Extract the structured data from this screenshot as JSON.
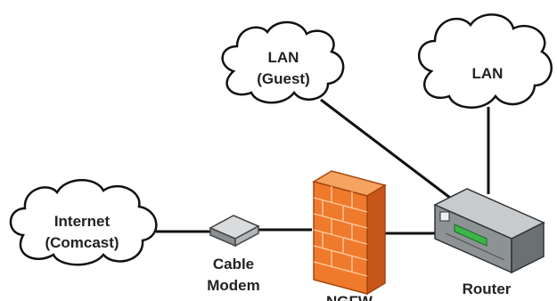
{
  "clouds": {
    "guest_lan": {
      "line1": "LAN",
      "line2": "(Guest)"
    },
    "lan": {
      "line1": "LAN"
    },
    "internet": {
      "line1": "Internet",
      "line2": "(Comcast)"
    }
  },
  "devices": {
    "modem": {
      "line1": "Cable",
      "line2": "Modem"
    },
    "firewall": {
      "label": "NGFW"
    },
    "router": {
      "label": "Router"
    }
  },
  "colors": {
    "line": "#111111",
    "cloud_fill": "#ffffff",
    "firewall": "#ef7a2b",
    "firewall_dark": "#c8561a",
    "router_light": "#a3a7a9",
    "router_dark": "#6b7073",
    "router_led": "#3bb54a"
  }
}
